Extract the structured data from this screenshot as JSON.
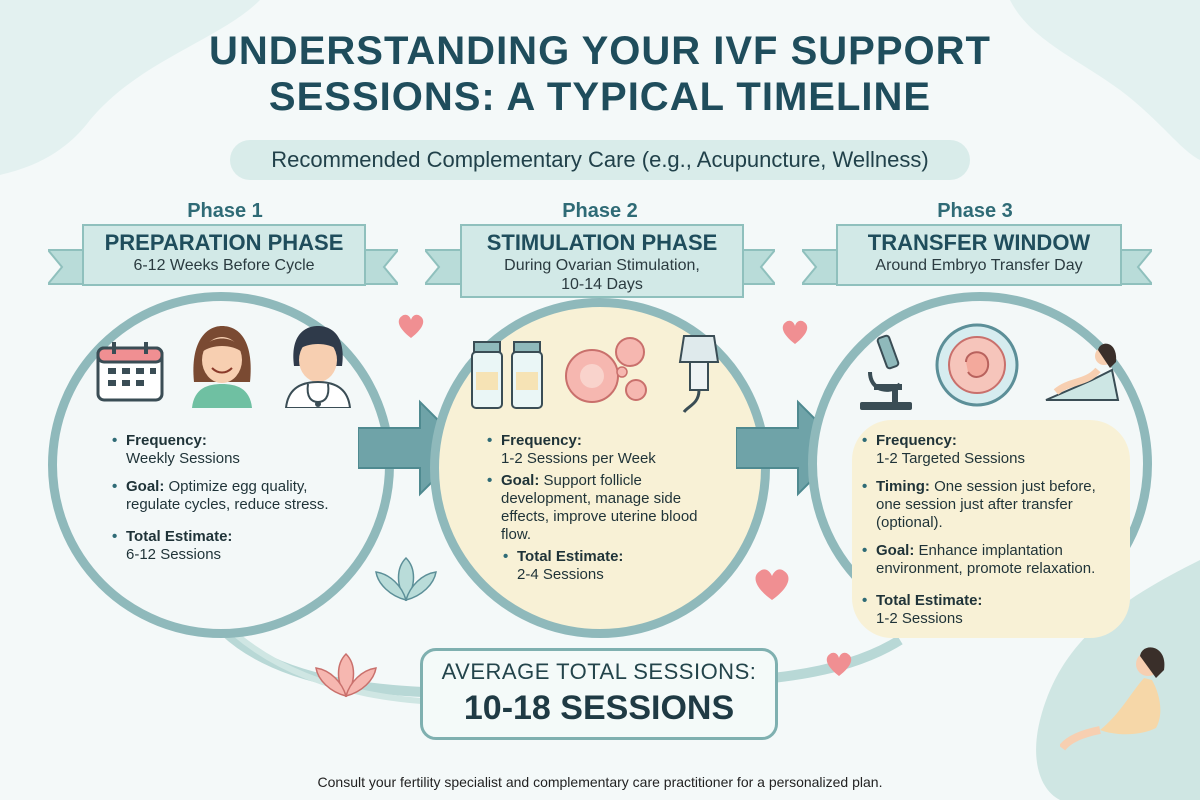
{
  "title_line1": "UNDERSTANDING YOUR IVF SUPPORT",
  "title_line2": "SESSIONS: A TYPICAL TIMELINE",
  "subtitle": "Recommended Complementary Care (e.g., Acupuncture, Wellness)",
  "phases": [
    {
      "number": "Phase 1",
      "title": "PREPARATION PHASE",
      "subtitle": "6-12 Weeks Before Cycle",
      "items": [
        {
          "label": "Frequency:",
          "text": "Weekly Sessions"
        },
        {
          "label": "Goal:",
          "text": "Optimize egg quality, regulate cycles, reduce stress."
        },
        {
          "label": "Total Estimate:",
          "text": "6-12 Sessions"
        }
      ]
    },
    {
      "number": "Phase 2",
      "title": "STIMULATION PHASE",
      "subtitle": "During Ovarian Stimulation, 10-14 Days",
      "items": [
        {
          "label": "Frequency:",
          "text": "1-2 Sessions per Week"
        },
        {
          "label": "Goal:",
          "text": "Support follicle development, manage side effects, improve uterine blood flow."
        },
        {
          "label": "Total Estimate:",
          "text": "2-4 Sessions"
        }
      ]
    },
    {
      "number": "Phase 3",
      "title": "TRANSFER WINDOW",
      "subtitle": "Around Embryo Transfer Day",
      "items": [
        {
          "label": "Frequency:",
          "text": "1-2 Targeted Sessions"
        },
        {
          "label": "Timing:",
          "text": "One session just before, one session just after transfer (optional)."
        },
        {
          "label": "Goal:",
          "text": "Enhance implantation environment, promote relaxation."
        },
        {
          "label": "Total Estimate:",
          "text": "1-2 Sessions"
        }
      ]
    }
  ],
  "total_label": "AVERAGE TOTAL SESSIONS:",
  "total_value": "10-18 SESSIONS",
  "footer": "Consult your fertility specialist and complementary care practitioner for a personalized plan.",
  "colors": {
    "teal": "#8fb9bb",
    "ribbon": "#d2e9e7",
    "cream": "#f8f1d6",
    "heart": "#f08f92"
  }
}
